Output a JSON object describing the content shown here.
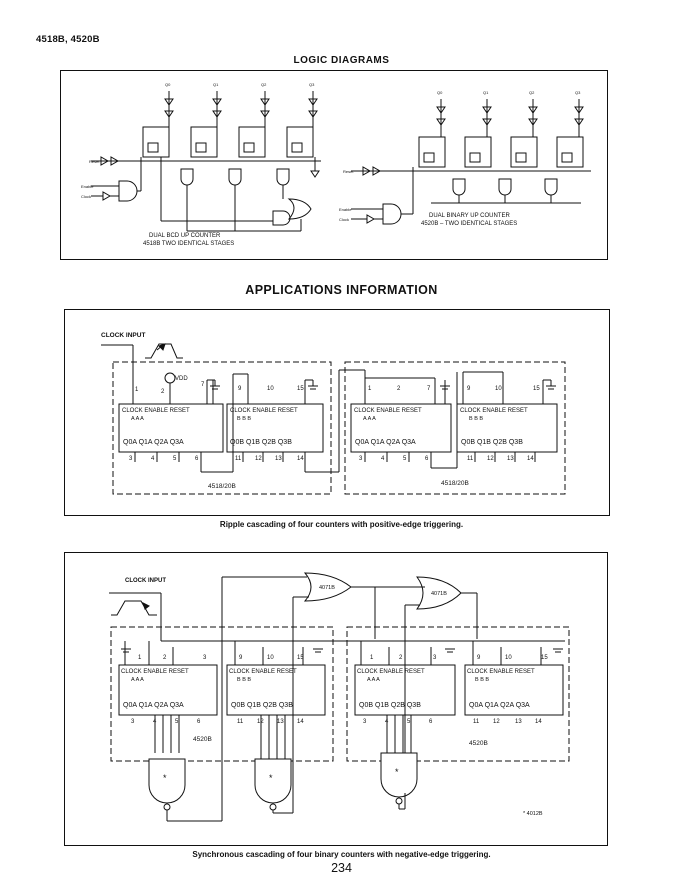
{
  "header": {
    "part_numbers": "4518B, 4520B"
  },
  "logic": {
    "title": "LOGIC DIAGRAMS",
    "bcd_caption_1": "DUAL BCD UP COUNTER",
    "bcd_caption_2": "4518B   TWO IDENTICAL STAGES",
    "bin_caption_1": "DUAL BINARY UP COUNTER",
    "bin_caption_2": "4520B  –  TWO IDENTICAL STAGES",
    "reset_label": "Reset",
    "enable_label": "Enable",
    "clock_label": "Clock",
    "q_labels": [
      "Q0",
      "Q1",
      "Q2",
      "Q3"
    ]
  },
  "applications": {
    "title": "APPLICATIONS INFORMATION",
    "ripple": {
      "clock_input": "CLOCK INPUT",
      "vdd": "VDD",
      "chip_left": "4518/20B",
      "chip_right": "4518/20B",
      "caption": "Ripple cascading of four counters with positive-edge triggering.",
      "blocks": [
        {
          "top": [
            "1",
            "2",
            "7"
          ],
          "labels": "CLOCK ENABLE RESET",
          "sub": "A        A        A",
          "outs": "Q0A Q1A Q2A Q3A",
          "bottom": [
            "3",
            "4",
            "5",
            "6"
          ]
        },
        {
          "top": [
            "9",
            "10",
            "15"
          ],
          "labels": "CLOCK ENABLE RESET",
          "sub": "B        B        B",
          "outs": "Q0B Q1B Q2B Q3B",
          "bottom": [
            "11",
            "12",
            "13",
            "14"
          ]
        },
        {
          "top": [
            "1",
            "2",
            "7"
          ],
          "labels": "CLOCK ENABLE RESET",
          "sub": "A        A        A",
          "outs": "Q0A Q1A Q2A Q3A",
          "bottom": [
            "3",
            "4",
            "5",
            "6"
          ]
        },
        {
          "top": [
            "9",
            "10",
            "15"
          ],
          "labels": "CLOCK ENABLE RESET",
          "sub": "B        B        B",
          "outs": "Q0B Q1B Q2B Q3B",
          "bottom": [
            "11",
            "12",
            "13",
            "14"
          ]
        }
      ]
    },
    "sync": {
      "clock_input": "CLOCK INPUT",
      "or_gate_1": "4071B",
      "or_gate_2": "4071B",
      "chip_left": "4520B",
      "chip_right": "4520B",
      "nand_mark": "*",
      "nand_note": "* 4012B",
      "caption": "Synchronous cascading of four binary counters with negative-edge triggering.",
      "blocks": [
        {
          "top": [
            "1",
            "2",
            "3"
          ],
          "labels": "CLOCK ENABLE RESET",
          "sub": "A        A        A",
          "outs": "Q0A Q1A Q2A Q3A",
          "bottom": [
            "3",
            "4",
            "5",
            "6"
          ]
        },
        {
          "top": [
            "9",
            "10",
            "15"
          ],
          "labels": "CLOCK ENABLE RESET",
          "sub": "B        B        B",
          "outs": "Q0B Q1B Q2B Q3B",
          "bottom": [
            "11",
            "12",
            "13",
            "14"
          ]
        },
        {
          "top": [
            "1",
            "2",
            "3"
          ],
          "labels": "CLOCK ENABLE RESET",
          "sub": "A        A        A",
          "outs": "Q0B Q1B Q2B Q3B",
          "bottom": [
            "3",
            "4",
            "5",
            "6"
          ]
        },
        {
          "top": [
            "9",
            "10",
            "15"
          ],
          "labels": "CLOCK ENABLE RESET",
          "sub": "B        B        B",
          "outs": "Q0A Q1A Q2A Q3A",
          "bottom": [
            "11",
            "12",
            "13",
            "14"
          ]
        }
      ]
    }
  },
  "page_number": "234"
}
